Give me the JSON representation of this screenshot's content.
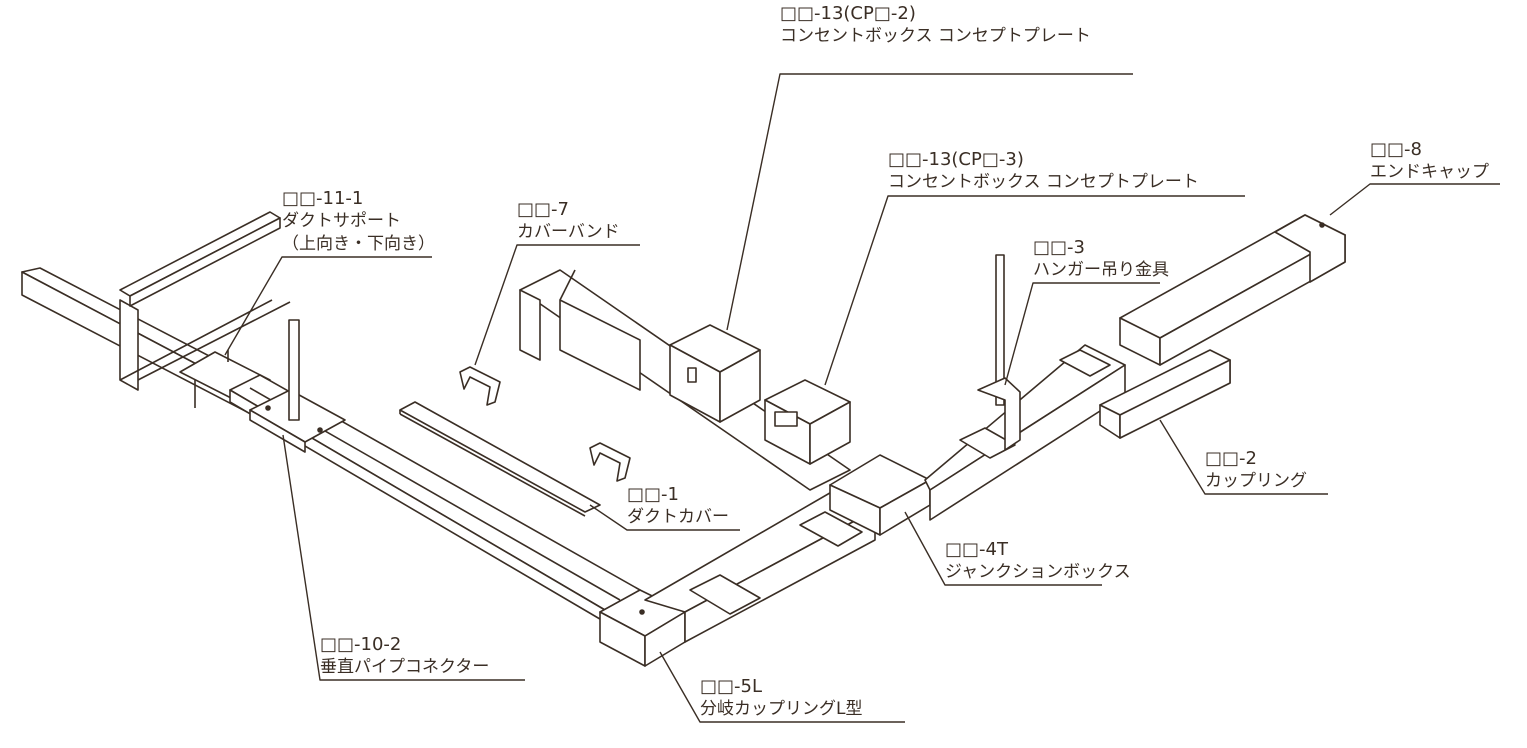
{
  "ink_color": "#3a2e25",
  "labels": [
    {
      "id": "cp2",
      "code": "□□-13(CP□-2)",
      "name": "コンセントボックス コンセプトプレート"
    },
    {
      "id": "cp3",
      "code": "□□-13(CP□-3)",
      "name": "コンセントボックス コンセプトプレート"
    },
    {
      "id": "endcap",
      "code": "□□-8",
      "name": "エンドキャップ"
    },
    {
      "id": "support",
      "code": "□□-11-1",
      "name": "ダクトサポート",
      "note": "（上向き・下向き）"
    },
    {
      "id": "coverband",
      "code": "□□-7",
      "name": "カバーバンド"
    },
    {
      "id": "hanger",
      "code": "□□-3",
      "name": "ハンガー吊り金具"
    },
    {
      "id": "cover",
      "code": "□□-1",
      "name": "ダクトカバー"
    },
    {
      "id": "coupling",
      "code": "□□-2",
      "name": "カップリング"
    },
    {
      "id": "junction",
      "code": "□□-4T",
      "name": "ジャンクションボックス"
    },
    {
      "id": "pipeconn",
      "code": "□□-10-2",
      "name": "垂直パイプコネクター"
    },
    {
      "id": "lcoupling",
      "code": "□□-5L",
      "name": "分岐カップリングL型"
    }
  ]
}
